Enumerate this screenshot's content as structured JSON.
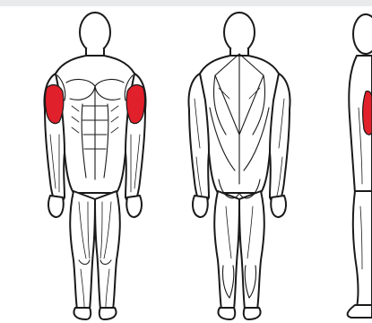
{
  "diagram": {
    "figures": [
      {
        "id": "front",
        "view": "anterior"
      },
      {
        "id": "back",
        "view": "posterior"
      },
      {
        "id": "side",
        "view": "lateral",
        "cropped": true
      }
    ],
    "highlighted_muscle": "biceps",
    "highlight_color": "#e0202a",
    "outline_color": "#1a1a1a",
    "background_color": "#ffffff"
  }
}
